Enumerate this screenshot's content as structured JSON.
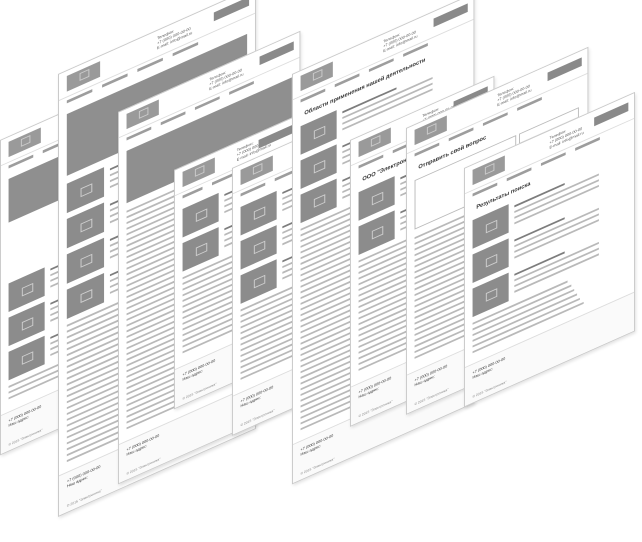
{
  "pages": [
    {
      "id": "p1",
      "title": "",
      "banner": true,
      "thumbs": 3,
      "circle": true
    },
    {
      "id": "p2",
      "title": "",
      "banner": true,
      "thumbs": 4
    },
    {
      "id": "p3",
      "title": "",
      "banner": true,
      "thumbs": 0
    },
    {
      "id": "p4",
      "title": "",
      "banner": false,
      "thumbs": 2
    },
    {
      "id": "p5",
      "title": "",
      "banner": false,
      "thumbs": 3
    },
    {
      "id": "p6",
      "title": "Области применения нашей деятельности",
      "banner": false,
      "thumbs": 3
    },
    {
      "id": "p7",
      "title": "ООО \"Электроника\"",
      "banner": false,
      "thumbs": 2
    },
    {
      "id": "p8",
      "title": "Отправить свой вопрос",
      "banner": false,
      "thumbs": 0,
      "form": true
    },
    {
      "id": "p9",
      "title": "Результаты поиска",
      "banner": false,
      "thumbs": 3
    }
  ],
  "header": {
    "contact_lines": [
      "Телефон:",
      "+7 (000) 000-00-00",
      "E-mail: info@mail.ru"
    ]
  },
  "footer": {
    "phone": "+7 (000) 000-00-00",
    "address_label": "Наш адрес:",
    "copyright": "© 2015 \"Электроника\""
  },
  "colors": {
    "placeholder": "#8c8c8c",
    "text_line": "#b9b9b9",
    "dark_line": "#7d7d7d",
    "border": "#c9c9c9"
  }
}
